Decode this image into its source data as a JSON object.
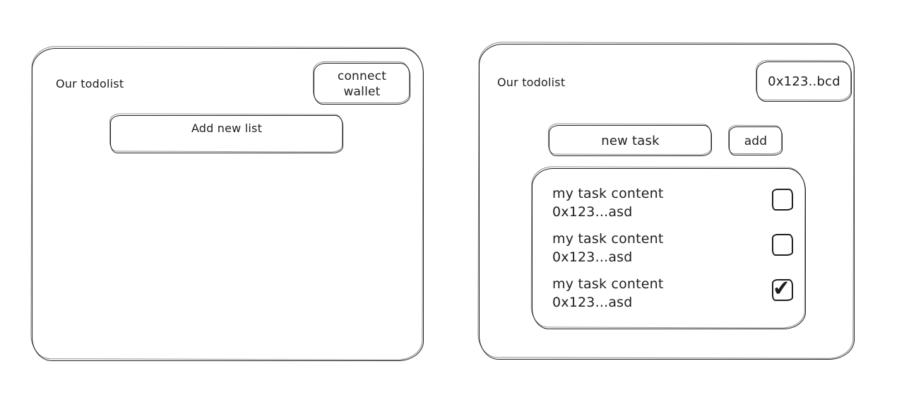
{
  "colors": {
    "stroke": "#1e1e1e",
    "background": "#ffffff"
  },
  "icons": {
    "checkmark": "✔"
  },
  "left_panel": {
    "title": "Our todolist",
    "connect_wallet_label": "connect\nwallet",
    "add_list_label": "Add new list"
  },
  "right_panel": {
    "title": "Our todolist",
    "wallet_address": "0x123..bcd",
    "new_task_value": "new task",
    "add_button_label": "add",
    "tasks": [
      {
        "content": "my task content",
        "address": "0x123...asd",
        "done": false
      },
      {
        "content": "my task content",
        "address": "0x123...asd",
        "done": false
      },
      {
        "content": "my task content",
        "address": "0x123...asd",
        "done": true
      }
    ]
  }
}
